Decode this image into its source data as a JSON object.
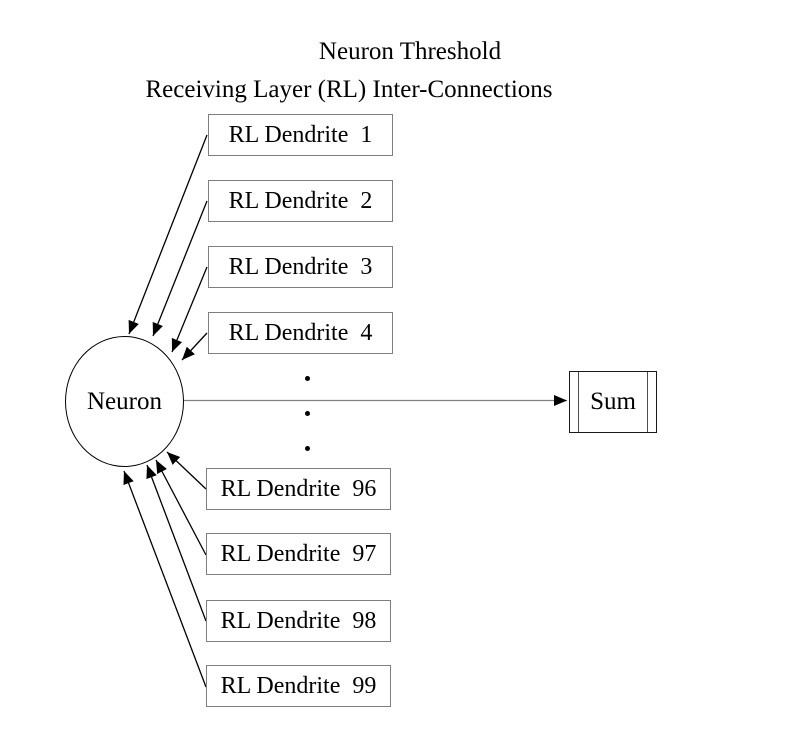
{
  "title": "Neuron Threshold",
  "subtitle": "Receiving Layer (RL) Inter-Connections",
  "neuron": {
    "label": "Neuron"
  },
  "sum": {
    "label": "Sum"
  },
  "dendrites": {
    "top": [
      {
        "label": "RL Dendrite  1"
      },
      {
        "label": "RL Dendrite  2"
      },
      {
        "label": "RL Dendrite  3"
      },
      {
        "label": "RL Dendrite  4"
      }
    ],
    "bottom": [
      {
        "label": "RL Dendrite  96"
      },
      {
        "label": "RL Dendrite  97"
      },
      {
        "label": "RL Dendrite  98"
      },
      {
        "label": "RL Dendrite  99"
      }
    ],
    "omitted_indicator": "vertical-ellipsis (3 dots)"
  },
  "colors": {
    "background": "#ffffff",
    "text": "#000000",
    "arrow": "#000000",
    "box_border": "#7f7f7f",
    "sum_border": "#1a1a1a",
    "sum_connector": "#808080"
  }
}
